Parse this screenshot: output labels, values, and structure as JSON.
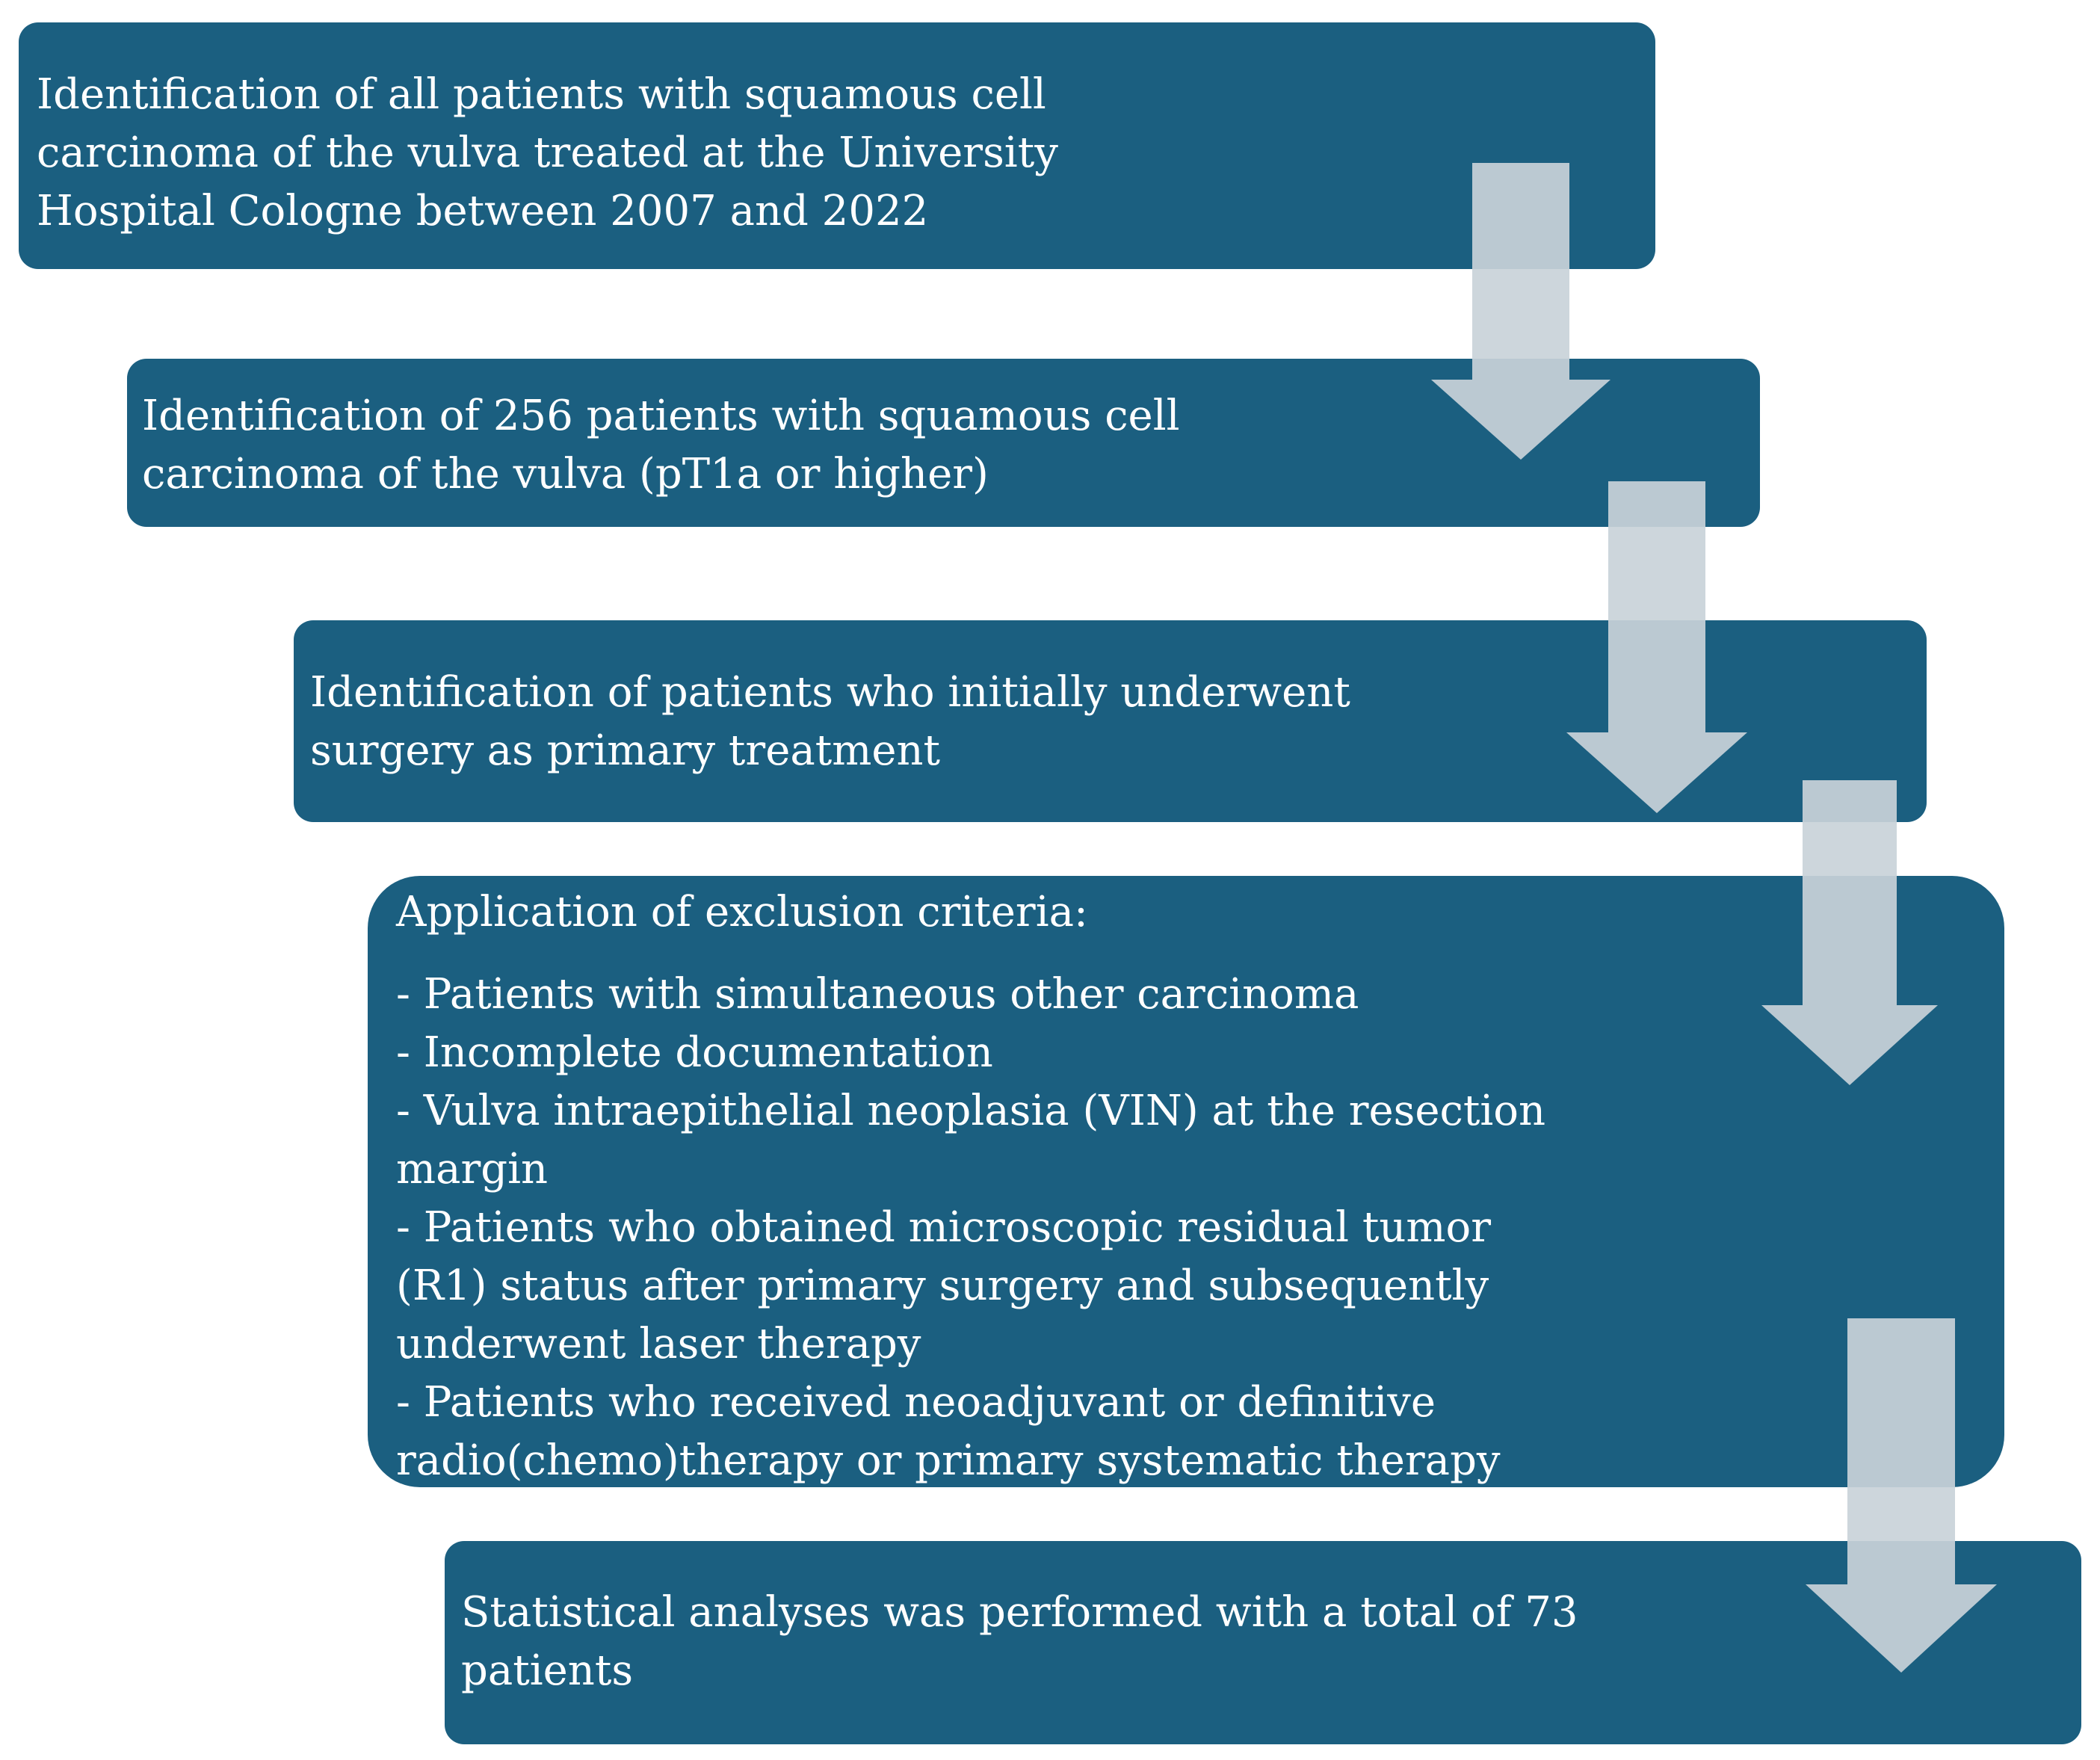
{
  "steps": [
    {
      "text": "Identification of all patients with squamous cell carcinoma of the vulva treated at the University Hospital Cologne between 2007 and 2022"
    },
    {
      "text": "Identification of 256 patients with squamous cell carcinoma of the vulva (pT1a or higher)"
    },
    {
      "text": "Identification of patients who initially underwent surgery as primary treatment"
    },
    {
      "heading": "Application of exclusion criteria:",
      "items": [
        "- Patients with simultaneous other carcinoma",
        "- Incomplete documentation",
        "- Vulva intraepithelial neoplasia (VIN) at the resection margin",
        "- Patients who obtained microscopic residual tumor (R1) status after primary surgery and subsequently underwent laser therapy",
        "- Patients who received neoadjuvant or definitive radio(chemo)therapy or primary systematic therapy"
      ]
    },
    {
      "text": "Statistical analyses was performed with a total of 73 patients"
    }
  ],
  "colors": {
    "box_fill": "#1b5f80",
    "box_text": "#ffffff",
    "arrow_fill": "#c9d2d9"
  }
}
